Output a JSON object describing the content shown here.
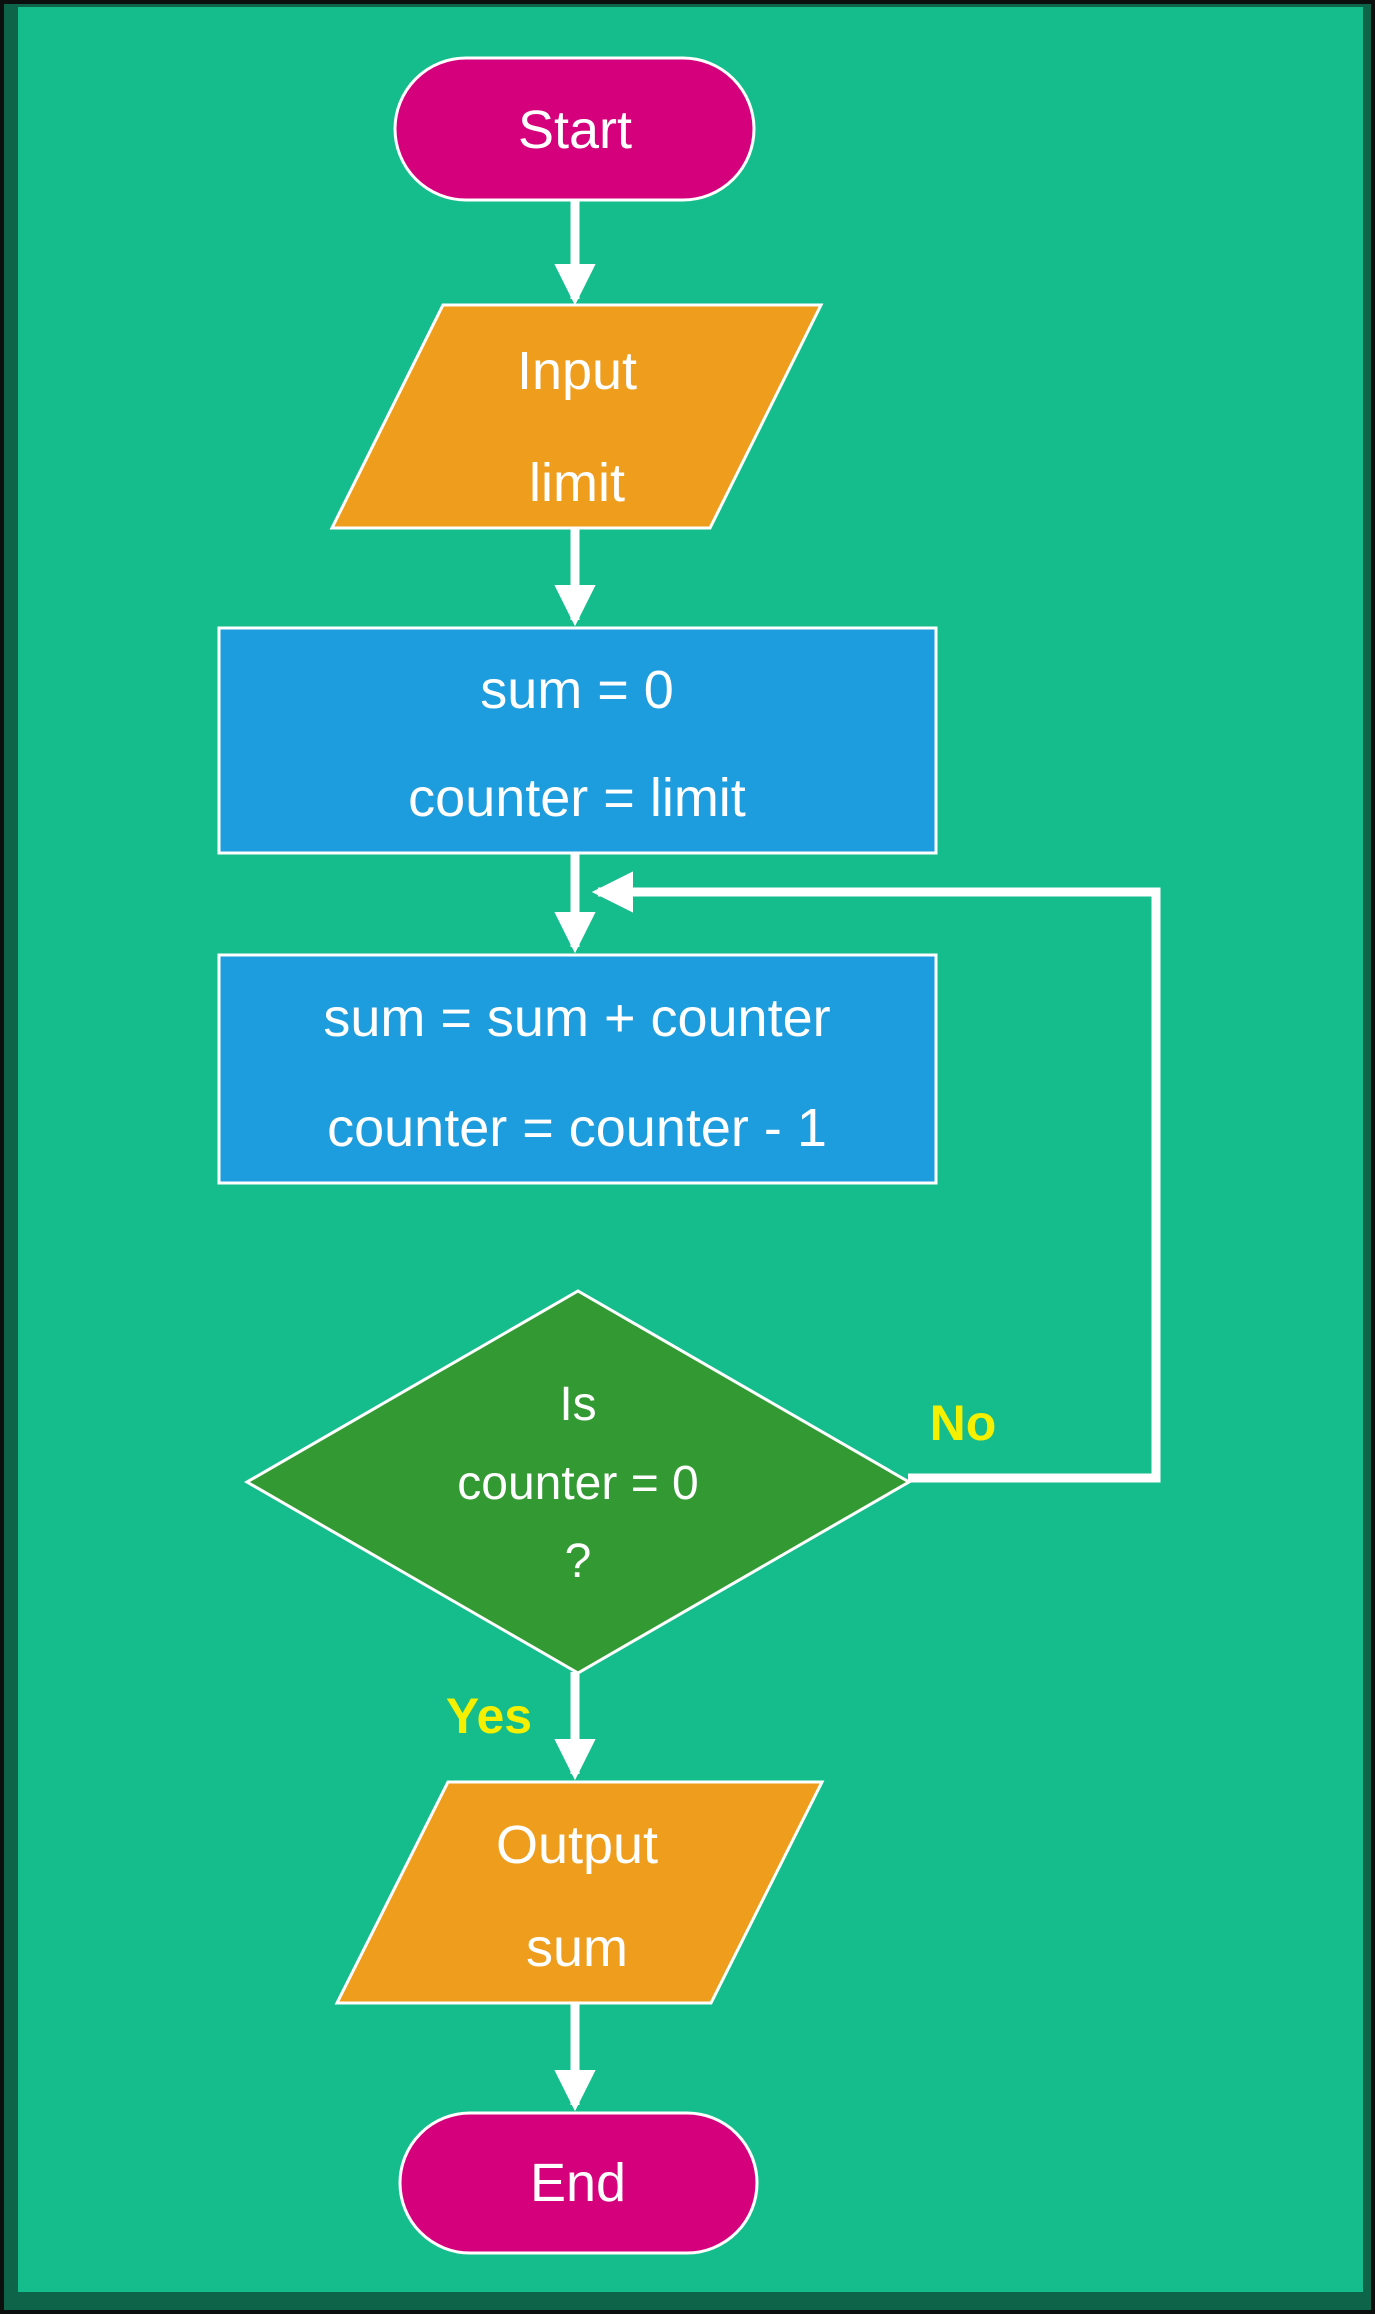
{
  "diagram": {
    "nodes": {
      "start": {
        "label": "Start"
      },
      "input": {
        "line1": "Input",
        "line2": "limit"
      },
      "init": {
        "line1": "sum = 0",
        "line2": "counter = limit"
      },
      "loop_body": {
        "line1": "sum = sum + counter",
        "line2": "counter = counter - 1"
      },
      "decision": {
        "line1": "Is",
        "line2": "counter = 0",
        "line3": "?"
      },
      "output": {
        "line1": "Output",
        "line2": "sum"
      },
      "end": {
        "label": "End"
      }
    },
    "edges": {
      "no_label": "No",
      "yes_label": "Yes"
    }
  },
  "colors": {
    "background": "#15bd8c",
    "frame_outer": "#0b100e",
    "frame_inner": "#0d6449",
    "terminator_fill": "#d5017c",
    "io_fill": "#ee9d1d",
    "process_fill": "#1e9dde",
    "decision_fill": "#339a33",
    "edge_label": "#f5ef00",
    "connector": "#ffffff",
    "shape_outline": "#ffffff"
  }
}
